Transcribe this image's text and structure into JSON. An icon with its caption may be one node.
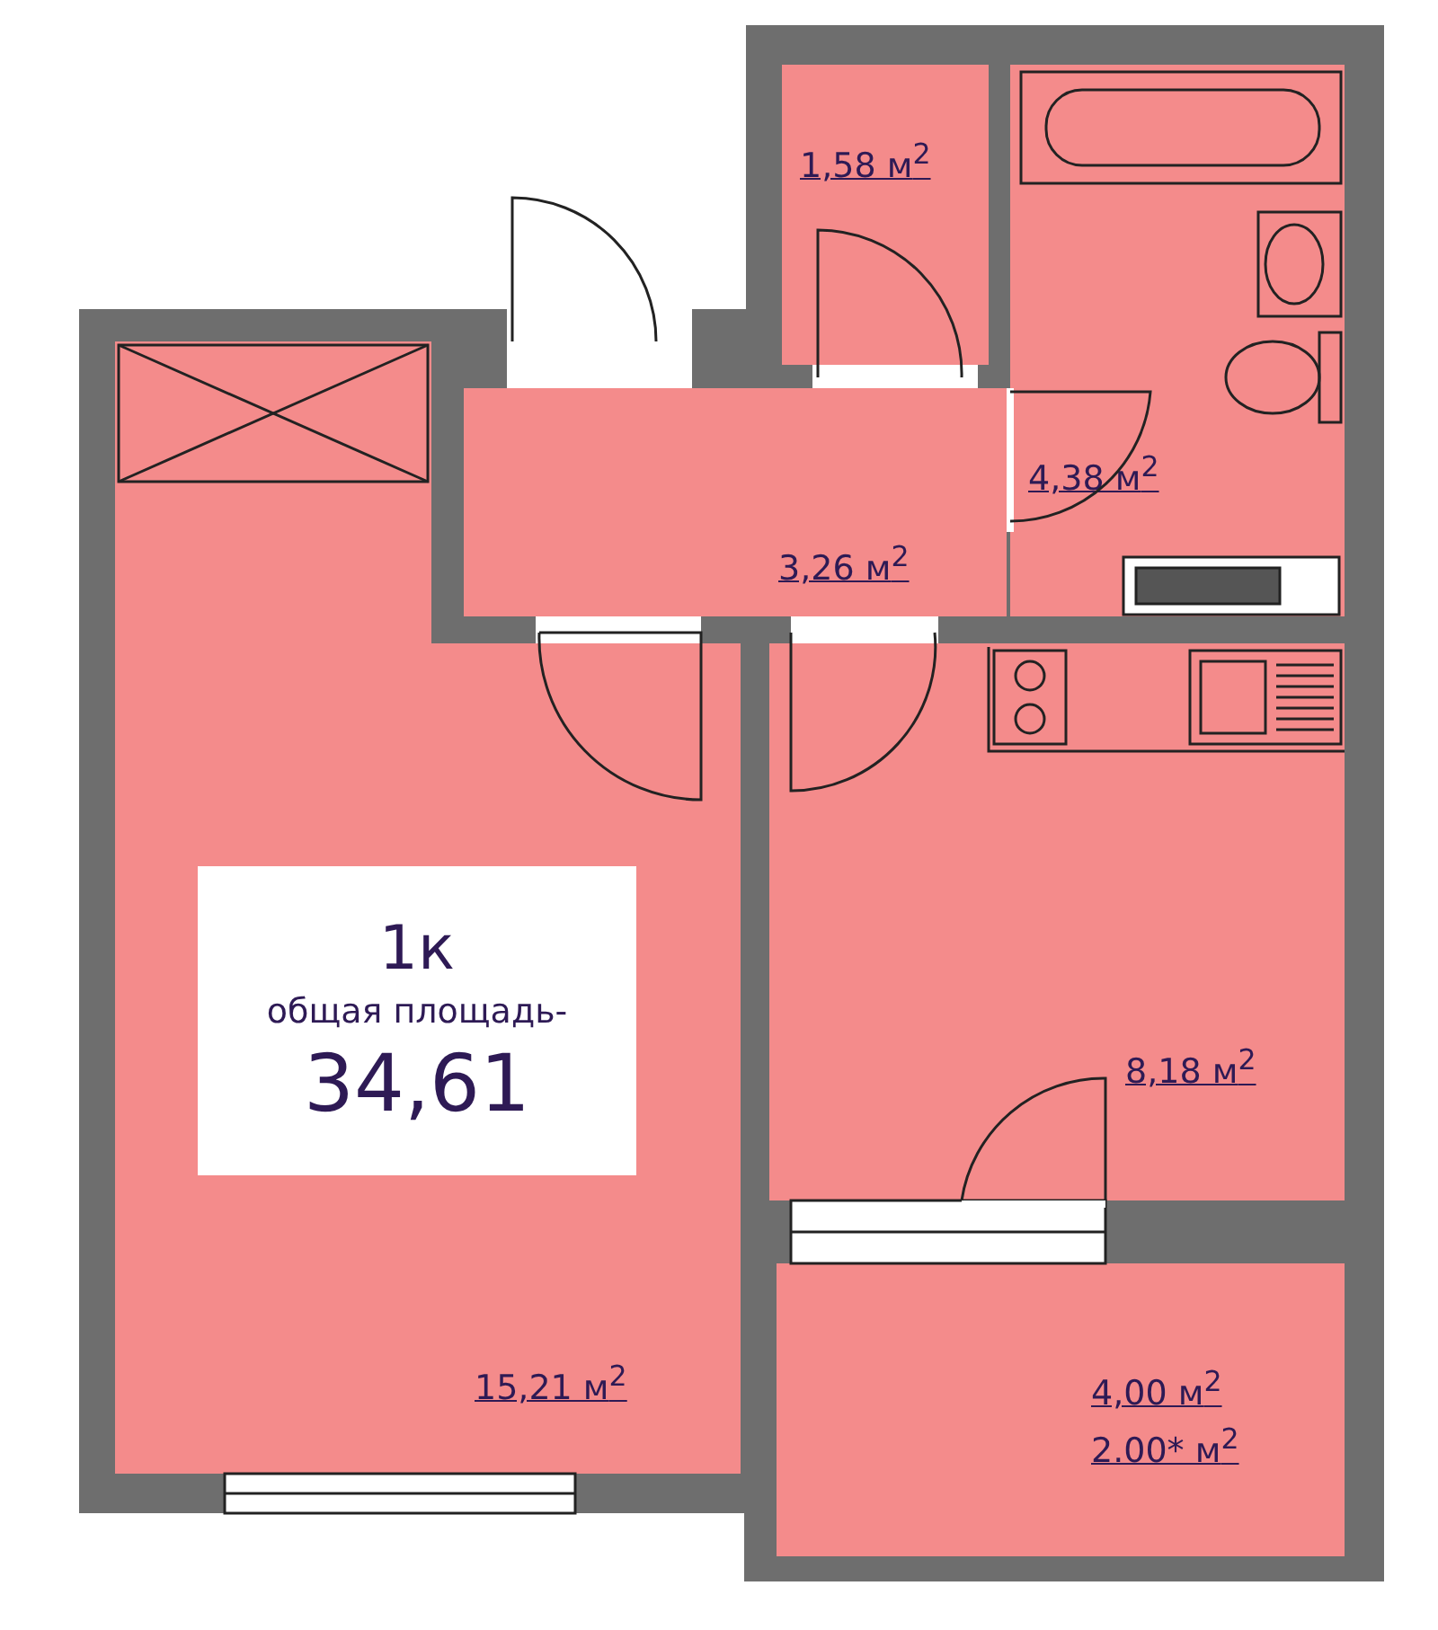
{
  "diagram": {
    "nodes": [
      {
        "text": [
          "15,21 м$^{2}$"
        ]
      },
      {
        "text": [
          "1к",
          "общая площадь-",
          "34,61"
        ],
        "in": 0
      },
      {
        "text": [
          "3,26 м$^{2}$"
        ]
      },
      {
        "text": [
          "1,58 м$^{2}$"
        ]
      },
      {
        "text": [
          "4,38 м$^{2}$"
        ]
      },
      {
        "text": [
          "8,18 м$^{2}$"
        ]
      },
      {
        "text": [
          "4,00 м$^{2}$",
          "2.00* м$^{2}$"
        ]
      }
    ]
  }
}
